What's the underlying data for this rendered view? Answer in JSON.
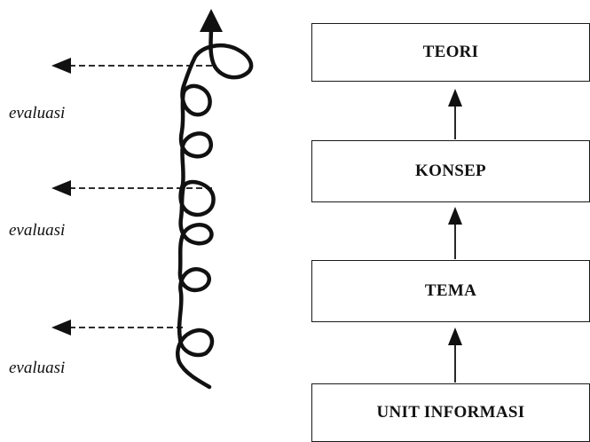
{
  "hierarchy": {
    "boxes": [
      {
        "label": "TEORI"
      },
      {
        "label": "KONSEP"
      },
      {
        "label": "TEMA"
      },
      {
        "label": "UNIT INFORMASI"
      }
    ]
  },
  "spiral": {
    "evaluation_labels": [
      "evaluasi",
      "evaluasi",
      "evaluasi"
    ]
  }
}
